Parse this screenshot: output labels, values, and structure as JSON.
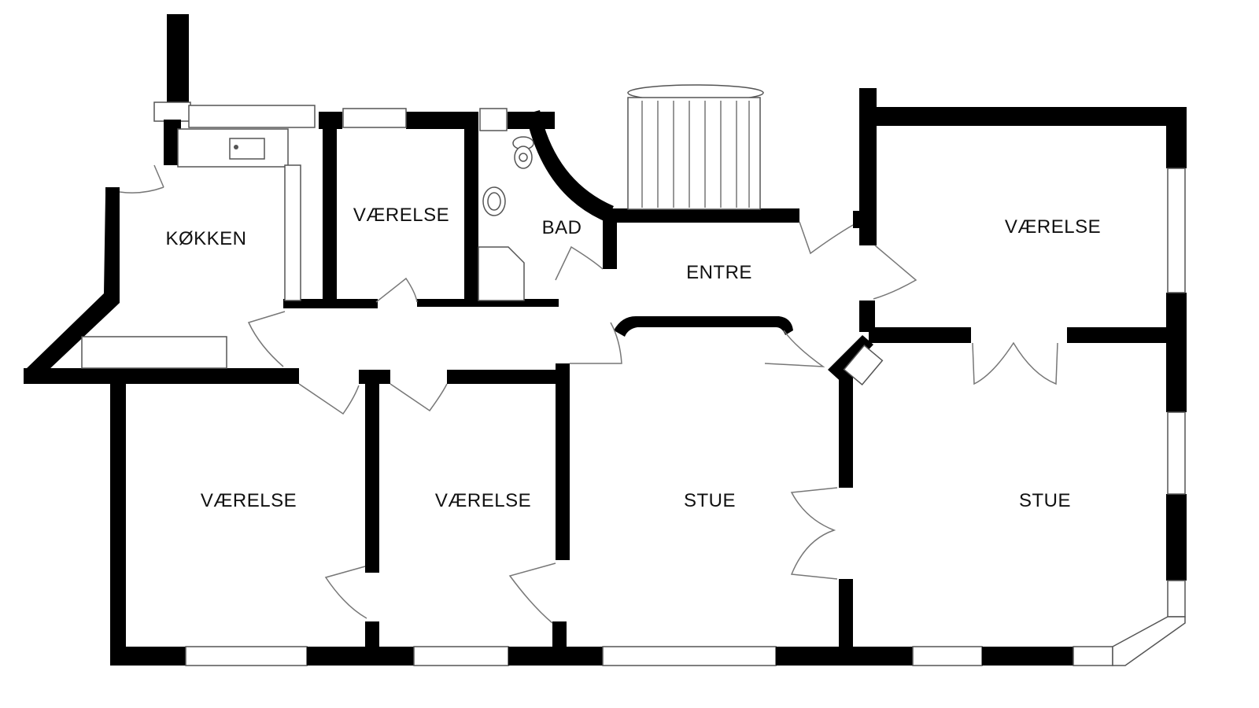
{
  "plan": {
    "rooms": {
      "kitchen": "KØKKEN",
      "bedroom_top": "VÆRELSE",
      "bathroom": "BAD",
      "hallway": "ENTRE",
      "bedroom_right": "VÆRELSE",
      "bedroom_bottom_left": "VÆRELSE",
      "bedroom_bottom_middle": "VÆRELSE",
      "living_room_center": "STUE",
      "living_room_right": "STUE"
    }
  },
  "colors": {
    "wall": "#000000",
    "background": "#ffffff",
    "fixture_line": "#555555"
  }
}
